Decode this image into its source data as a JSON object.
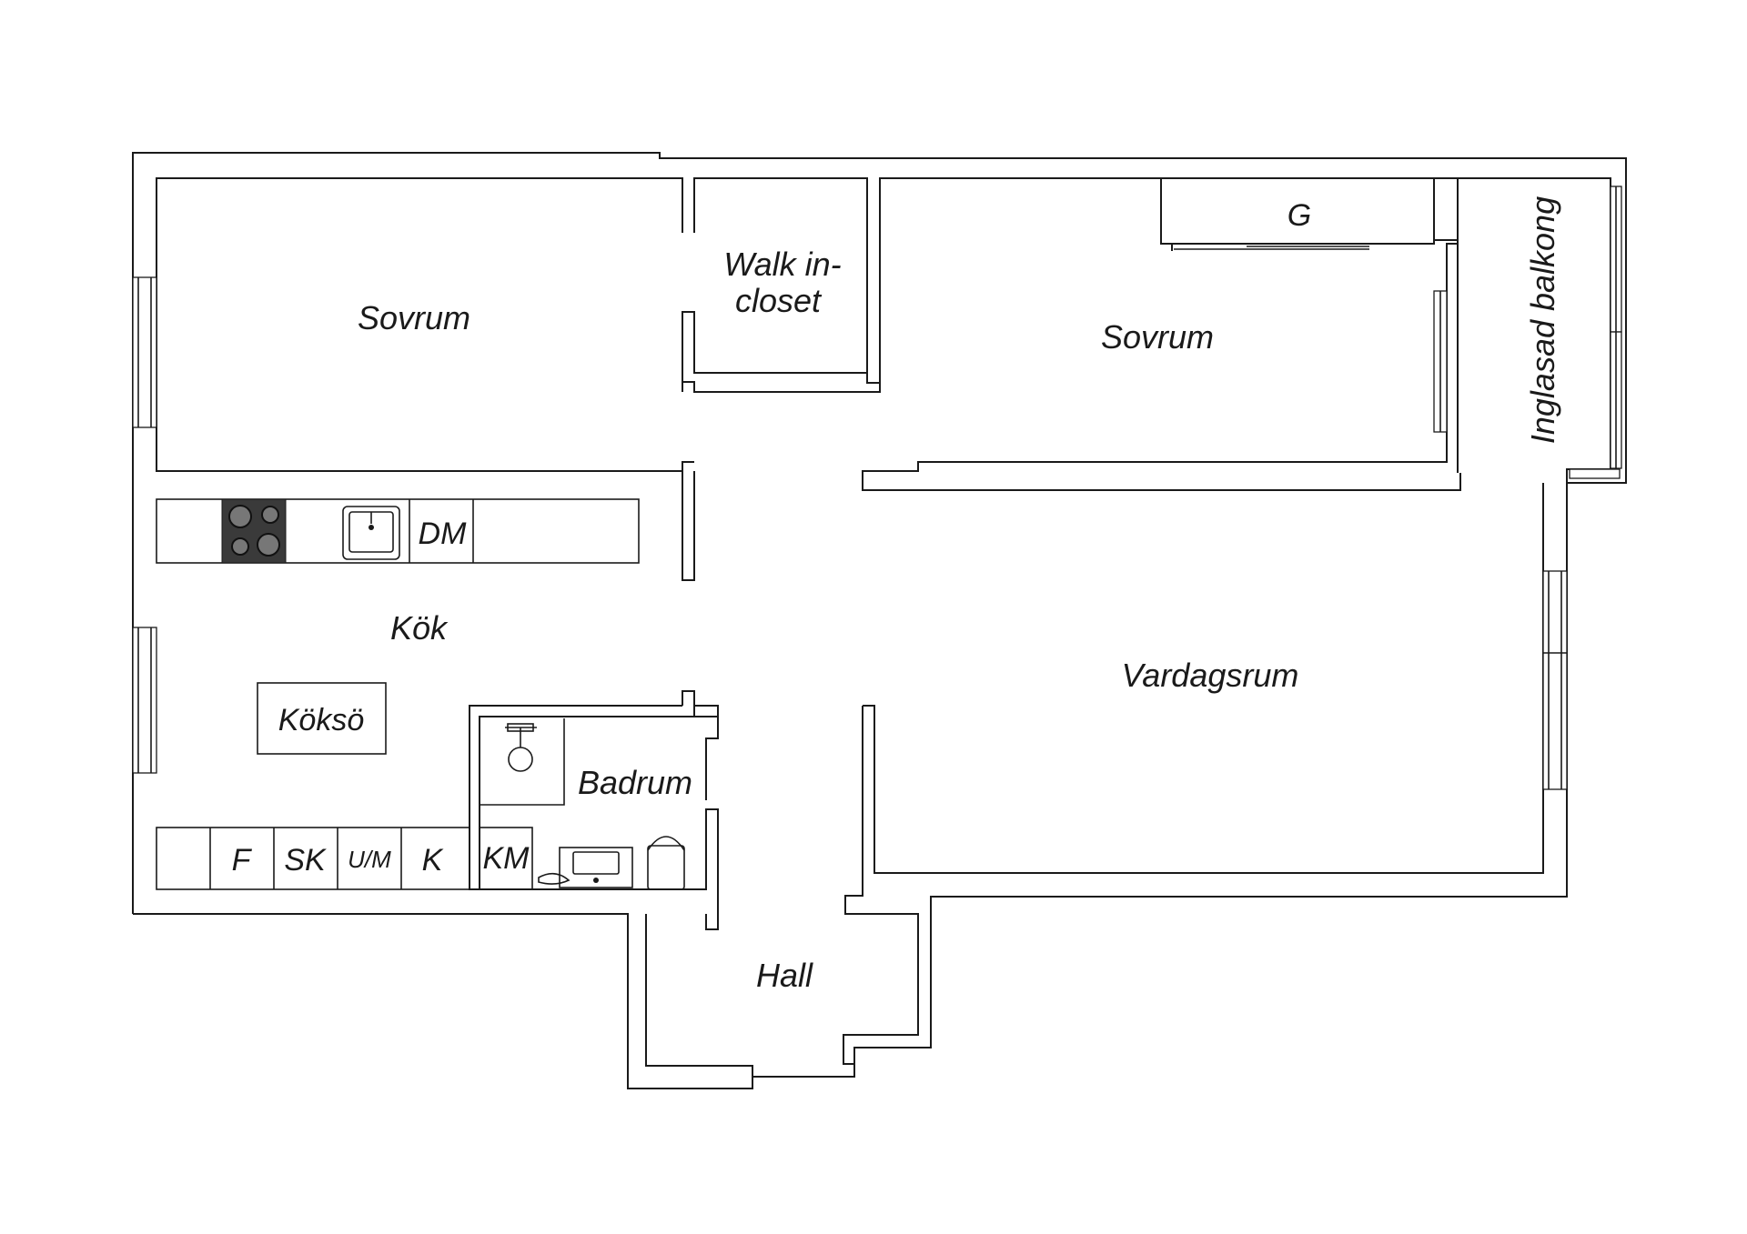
{
  "plan": {
    "rooms": {
      "bedroom_left": "Sovrum",
      "walk_in_line1": "Walk in-",
      "walk_in_line2": "closet",
      "bedroom_right": "Sovrum",
      "wardrobe": "G",
      "balcony": "Inglasad balkong",
      "kitchen": "Kök",
      "kitchen_island": "Köksö",
      "bathroom": "Badrum",
      "living_room": "Vardagsrum",
      "hall": "Hall"
    },
    "appliances": {
      "dishwasher": "DM",
      "fridge": "F",
      "tall_cabinet": "SK",
      "oven_micro": "U/M",
      "freezer": "K",
      "washing_machine": "KM"
    }
  }
}
